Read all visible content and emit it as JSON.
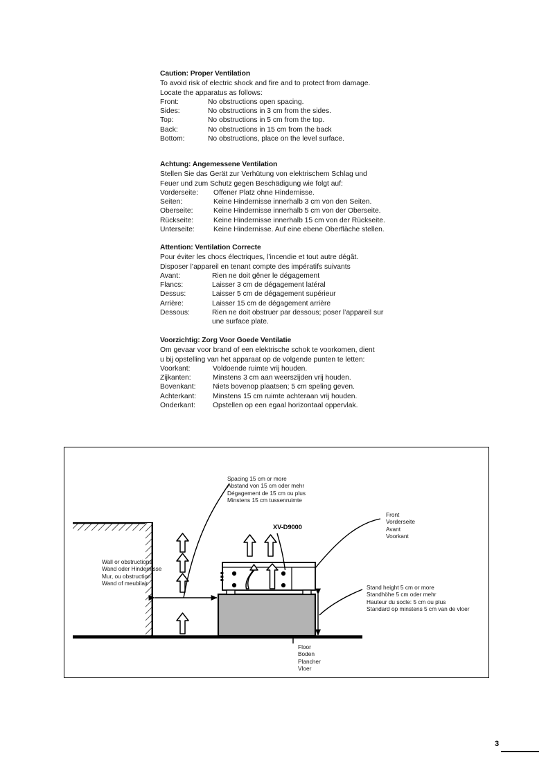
{
  "sections": [
    {
      "id": "en",
      "title": "Caution: Proper Ventilation",
      "intro": [
        "To avoid risk of electric shock and fire and to protect from damage.",
        "Locate the apparatus as follows:"
      ],
      "rows": [
        {
          "key": "Front:",
          "value": "No obstructions open spacing."
        },
        {
          "key": "Sides:",
          "value": "No obstructions in 3 cm from the sides."
        },
        {
          "key": "Top:",
          "value": "No obstructions in 5 cm from the top."
        },
        {
          "key": "Back:",
          "value": "No obstructions in 15 cm from the back"
        },
        {
          "key": "Bottom:",
          "value": "No obstructions, place on the level surface."
        }
      ],
      "continuation": ""
    },
    {
      "id": "de",
      "title": "Achtung: Angemessene Ventilation",
      "intro": [
        "Stellen Sie das Gerät zur Verhütung von elektrischem Schlag und",
        "Feuer und zum Schutz gegen Beschädigung wie folgt auf:"
      ],
      "rows": [
        {
          "key": "Vorderseite:",
          "value": "Offener Platz ohne Hindernisse."
        },
        {
          "key": "Seiten:",
          "value": "Keine Hindernisse innerhalb 3 cm von den Seiten."
        },
        {
          "key": "Oberseite:",
          "value": "Keine Hindernisse innerhalb 5 cm von der Oberseite."
        },
        {
          "key": "Rückseite:",
          "value": "Keine Hindernisse innerhalb 15 cm von der Rückseite."
        },
        {
          "key": "Unterseite:",
          "value": "Keine Hindernisse.  Auf eine ebene Oberfläche stellen."
        }
      ],
      "continuation": ""
    },
    {
      "id": "fr",
      "title": "Attention: Ventilation Correcte",
      "intro": [
        "Pour éviter les chocs électriques, l’incendie et tout autre dégât.",
        "Disposer l’appareil en tenant compte des impératifs suivants"
      ],
      "rows": [
        {
          "key": "Avant:",
          "value": "Rien ne doit gêner le dégagement"
        },
        {
          "key": "Flancs:",
          "value": "Laisser 3 cm de dégagement latéral"
        },
        {
          "key": "Dessus:",
          "value": "Laisser 5 cm de dégagement supérieur"
        },
        {
          "key": "Arrière:",
          "value": "Laisser 15 cm de dégagement arrière"
        },
        {
          "key": "Dessous:",
          "value": "Rien ne doit obstruer par dessous; poser l’appareil sur"
        }
      ],
      "continuation": "une surface plate."
    },
    {
      "id": "nl",
      "title": "Voorzichtig: Zorg Voor Goede Ventilatie",
      "intro": [
        "Om gevaar voor brand of een elektrische schok te voorkomen, dient",
        "u bij opstelling van het apparaat op de volgende punten te letten:"
      ],
      "rows": [
        {
          "key": "Voorkant:",
          "value": "Voldoende ruimte vrij houden."
        },
        {
          "key": "Zijkanten:",
          "value": "Minstens 3 cm aan weerszijden vrij houden."
        },
        {
          "key": "Bovenkant:",
          "value": "Niets bovenop plaatsen; 5 cm speling geven."
        },
        {
          "key": "Achterkant:",
          "value": "Minstens 15 cm ruimte achteraan vrij houden."
        },
        {
          "key": "Onderkant:",
          "value": "Opstellen op een egaal horizontaal oppervlak."
        }
      ],
      "continuation": ""
    }
  ],
  "diagram": {
    "model_label": "XV-D9000",
    "spacing_label": [
      "Spacing 15 cm or more",
      "Abstand von 15 cm oder mehr",
      "Dégagement de 15 cm ou plus",
      "Minstens 15 cm tussenruimte"
    ],
    "wall_label": [
      "Wall or obstructions",
      "Wand oder Hindernisse",
      "Mur, ou obstruction",
      "Wand of meubilair"
    ],
    "front_label": [
      "Front",
      "Vorderseite",
      "Avant",
      "Voorkant"
    ],
    "stand_label": [
      "Stand height 5 cm or more",
      "Standhöhe 5 cm oder mehr",
      "Hauteur du socle: 5 cm ou plus",
      "Standard op minstens 5 cm van de vloer"
    ],
    "floor_label": [
      "Floor",
      "Boden",
      "Plancher",
      "Vloer"
    ],
    "colors": {
      "stand_fill": "#b3b3b3",
      "line": "#000000"
    }
  },
  "page_number": "3"
}
